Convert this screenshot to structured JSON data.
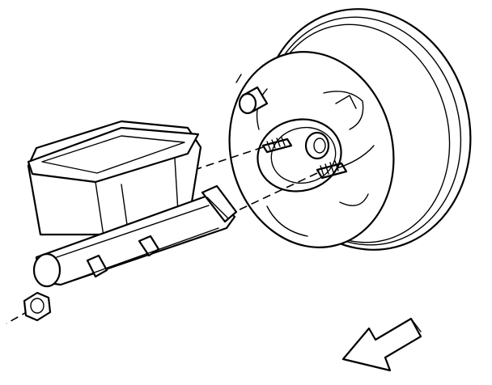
{
  "diagram": {
    "components": [
      {
        "id": "brake-booster",
        "kind": "vacuum brake booster"
      },
      {
        "id": "master-cylinder",
        "kind": "master cylinder with reservoir"
      },
      {
        "id": "studs",
        "kind": "booster mounting studs",
        "count": 2
      },
      {
        "id": "nut",
        "kind": "mounting nut",
        "count": 1
      },
      {
        "id": "direction-arrow",
        "kind": "vehicle front direction indicator"
      }
    ],
    "colors": {
      "ink": "#000000",
      "background": "#ffffff"
    }
  }
}
